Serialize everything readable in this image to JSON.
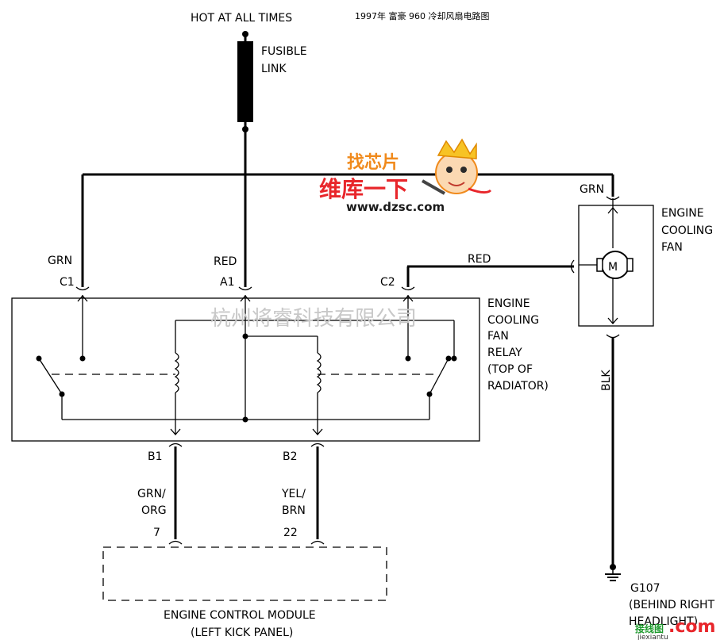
{
  "header": {
    "power_label": "HOT AT ALL TIMES",
    "title": "1997年 富豪 960 冷却风扇电路图"
  },
  "fusible_link": {
    "line1": "FUSIBLE",
    "line2": "LINK"
  },
  "relay": {
    "name_lines": [
      "ENGINE",
      "COOLING",
      "FAN",
      "RELAY",
      "(TOP OF",
      "RADIATOR)"
    ],
    "terminals": {
      "c1": "C1",
      "a1": "A1",
      "c2": "C2",
      "b1": "B1",
      "b2": "B2"
    }
  },
  "wires": {
    "c1_color": "GRN",
    "a1_color": "RED",
    "c2_to_fan": "RED",
    "fan_top": "GRN",
    "fan_ground": "BLK",
    "b1_line1": "GRN/",
    "b1_line2": "ORG",
    "b2_line1": "YEL/",
    "b2_line2": "BRN"
  },
  "fan": {
    "name_lines": [
      "ENGINE",
      "COOLING",
      "FAN"
    ],
    "motor_symbol": "M"
  },
  "ecm": {
    "pin_b1": "7",
    "pin_b2": "22",
    "name": "ENGINE CONTROL MODULE",
    "location": "(LEFT KICK PANEL)"
  },
  "ground": {
    "id": "G107",
    "location_line1": "(BEHIND RIGHT",
    "location_line2": "HEADLIGHT)"
  },
  "watermarks": {
    "company": "杭州将睿科技有限公司",
    "logo_top": "找芯片",
    "logo_main": "维库一下",
    "logo_url": "www.dzsc.com",
    "footer_site": "接线图",
    "footer_dotcom": ".com",
    "footer_domain": "jiexiantu"
  },
  "colors": {
    "line": "#000000",
    "logo_red": "#e8262b",
    "logo_orange": "#f08a1c",
    "watermark_gray": "#c8c8c8",
    "footer_green": "#1f9a2e"
  }
}
